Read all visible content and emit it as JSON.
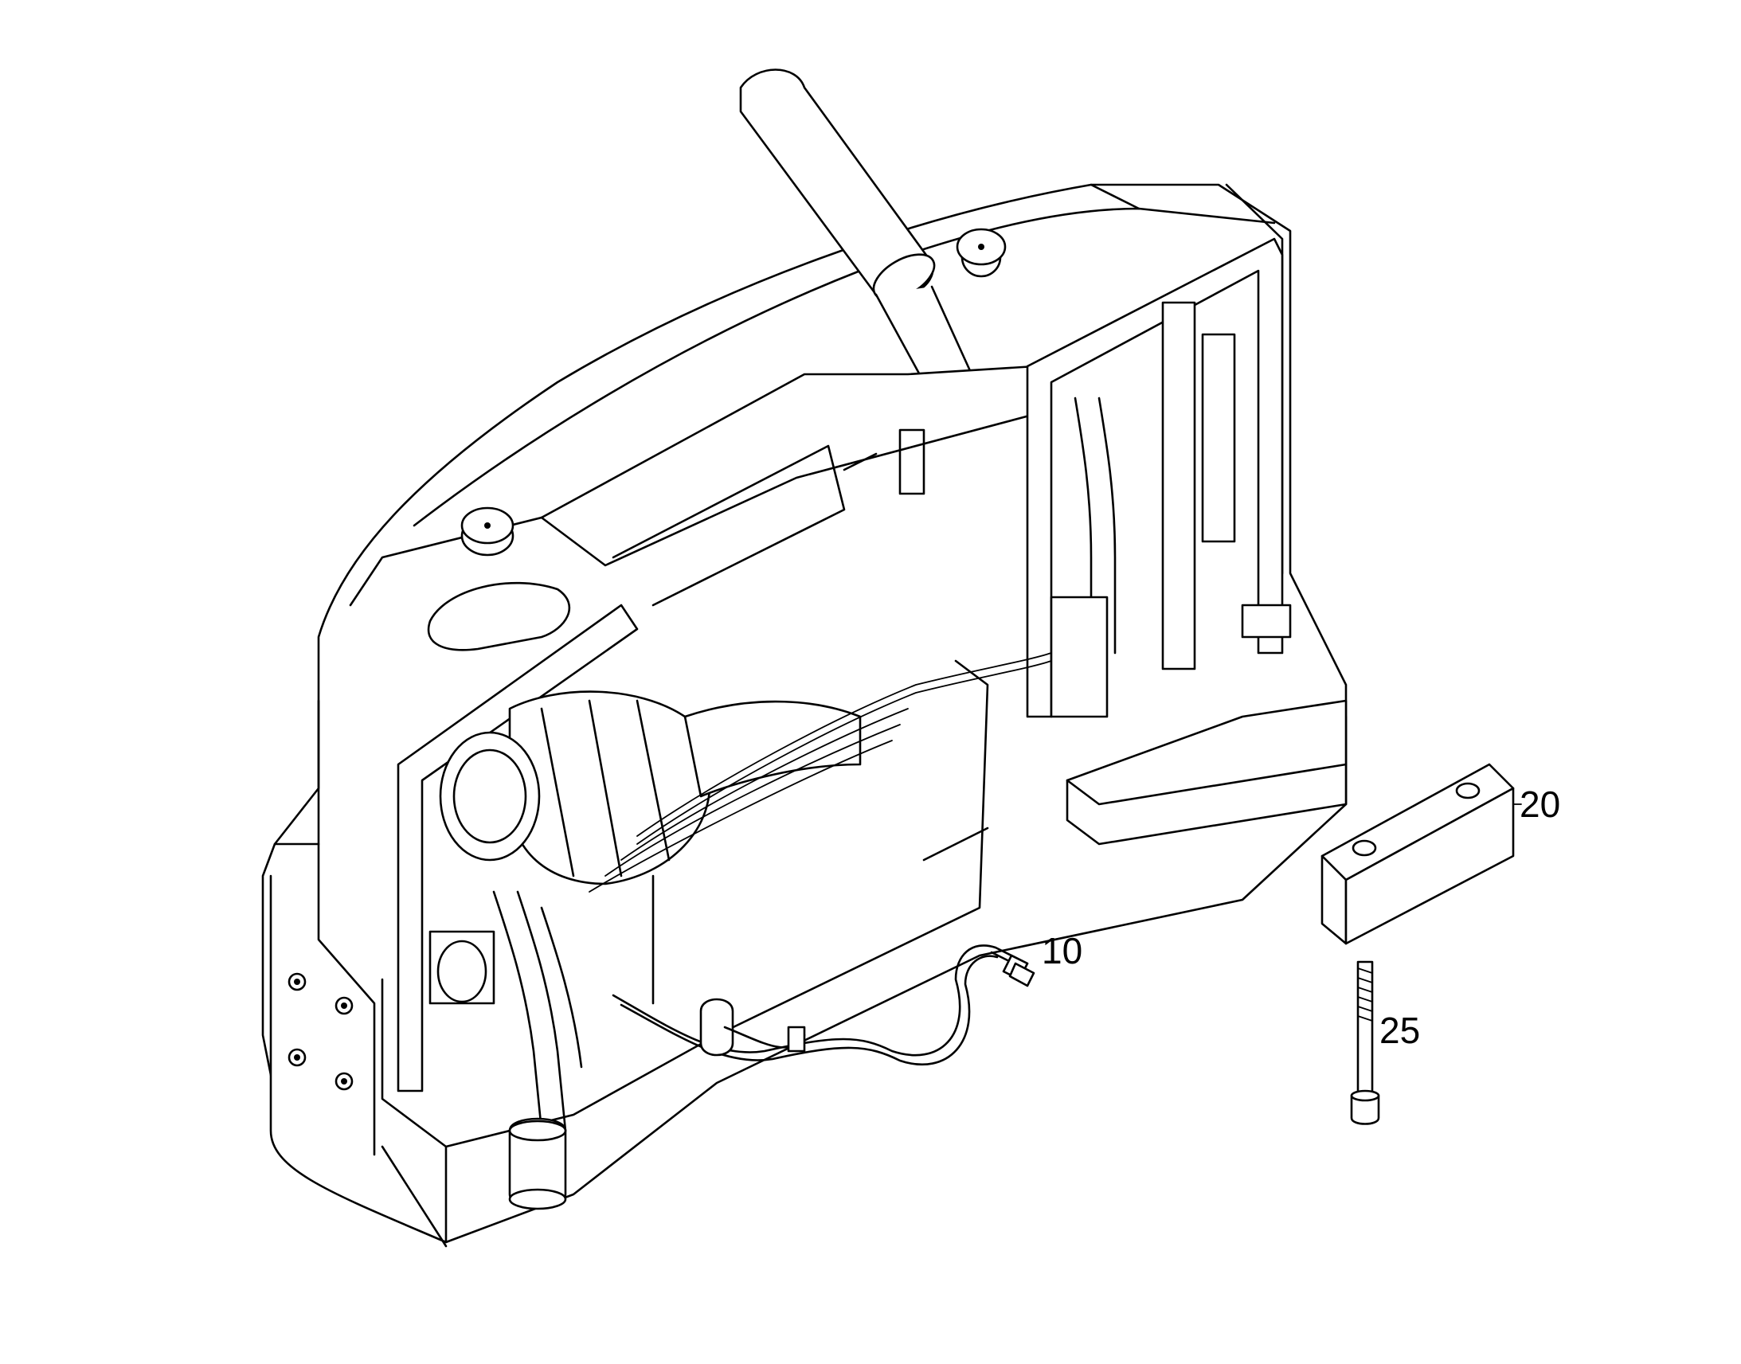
{
  "callouts": {
    "item_10": "10",
    "item_20": "20",
    "item_25": "25"
  },
  "colors": {
    "line": "#000000",
    "background": "#ffffff"
  }
}
